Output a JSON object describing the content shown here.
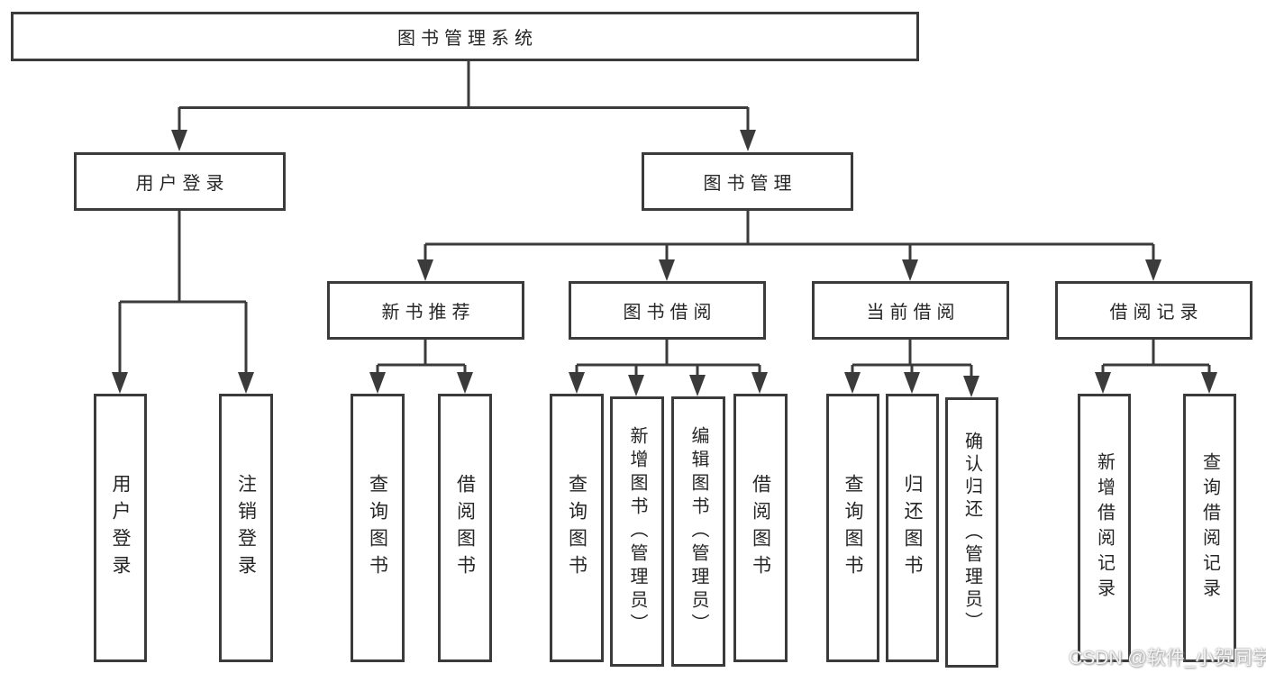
{
  "tree": {
    "root": {
      "label": "图书管理系统"
    },
    "branches": [
      {
        "label": "用户登录",
        "leaves": [
          "用户登录",
          "注销登录"
        ],
        "children": []
      },
      {
        "label": "图书管理",
        "leaves": [],
        "children": [
          {
            "label": "新书推荐",
            "leaves": [
              "查询图书",
              "借阅图书"
            ]
          },
          {
            "label": "图书借阅",
            "leaves": [
              "查询图书",
              "新增图书（管理员）",
              "编辑图书（管理员）",
              "借阅图书"
            ]
          },
          {
            "label": "当前借阅",
            "leaves": [
              "查询图书",
              "归还图书",
              "确认归还（管理员）"
            ]
          },
          {
            "label": "借阅记录",
            "leaves": [
              "新增借阅记录",
              "查询借阅记录"
            ]
          }
        ]
      }
    ]
  },
  "watermark": "CSDN @软件_小贺同学",
  "colors": {
    "line": "#3b3b3b",
    "text": "#262626",
    "background": "#ffffff",
    "watermark": "#f4f4f4"
  }
}
